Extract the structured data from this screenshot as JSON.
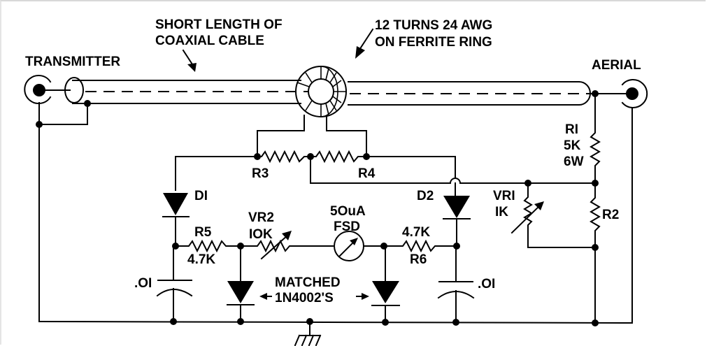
{
  "diagram": {
    "type": "circuit-schematic",
    "title": "RF SWR / power bridge with ferrite current transformer",
    "annotations": {
      "coax_line1": "SHORT LENGTH OF",
      "coax_line2": "COAXIAL CABLE",
      "toroid_line1": "12 TURNS 24 AWG",
      "toroid_line2": "ON FERRITE RING",
      "transmitter": "TRANSMITTER",
      "aerial": "AERIAL",
      "matched_line1": "MATCHED",
      "matched_line2": "1N4002'S"
    },
    "components": {
      "R1": {
        "ref": "RI",
        "value": "5K",
        "rating": "6W"
      },
      "R2": {
        "ref": "R2"
      },
      "R3": {
        "ref": "R3"
      },
      "R4": {
        "ref": "R4"
      },
      "R5": {
        "ref": "R5",
        "value": "4.7K"
      },
      "R6": {
        "ref": "R6",
        "value": "4.7K"
      },
      "VR1": {
        "ref": "VRI",
        "value": "IK"
      },
      "VR2": {
        "ref": "VR2",
        "value": "IOK"
      },
      "D1": {
        "ref": "DI"
      },
      "D2": {
        "ref": "D2"
      },
      "C_left": {
        "value": ".OI"
      },
      "C_right": {
        "value": ".OI"
      },
      "meter": {
        "line1": "5OuA",
        "line2": "FSD"
      }
    },
    "connectors": [
      "transmitter-coax-socket",
      "aerial-coax-socket"
    ],
    "ground": "chassis-ground"
  }
}
